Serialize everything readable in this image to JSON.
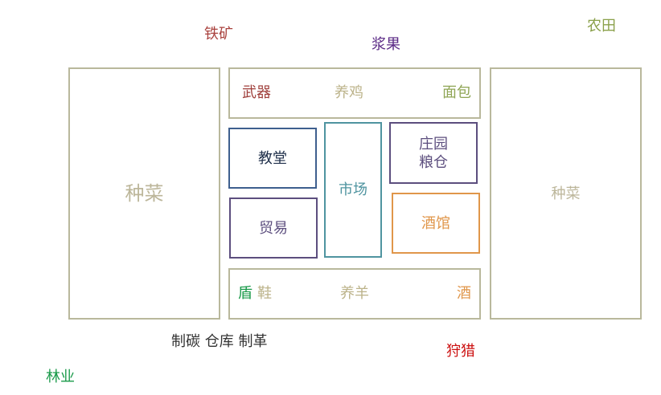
{
  "outside": {
    "iron_mine": "铁矿",
    "berries": "浆果",
    "farmland": "农田",
    "workshops": "制碳 仓库 制革",
    "hunting": "狩猎",
    "forestry": "林业"
  },
  "left_field": "种菜",
  "right_field": "种菜",
  "top_row": {
    "weapons": "武器",
    "chicken": "养鸡",
    "bread": "面包"
  },
  "bottom_row": {
    "shield": "盾",
    "shoes": "鞋",
    "sheep": "养羊",
    "wine": "酒"
  },
  "center": {
    "church": "教堂",
    "trade": "贸易",
    "market": "市场",
    "manor_line1": "庄园",
    "manor_line2": "粮仓",
    "tavern": "酒馆"
  },
  "colors": {
    "field_border": "#b9b89c",
    "church": "#3e5f8e",
    "trade": "#5c4e7e",
    "market": "#4f94a0",
    "manor": "#5c4e7e",
    "tavern": "#e0964a"
  }
}
